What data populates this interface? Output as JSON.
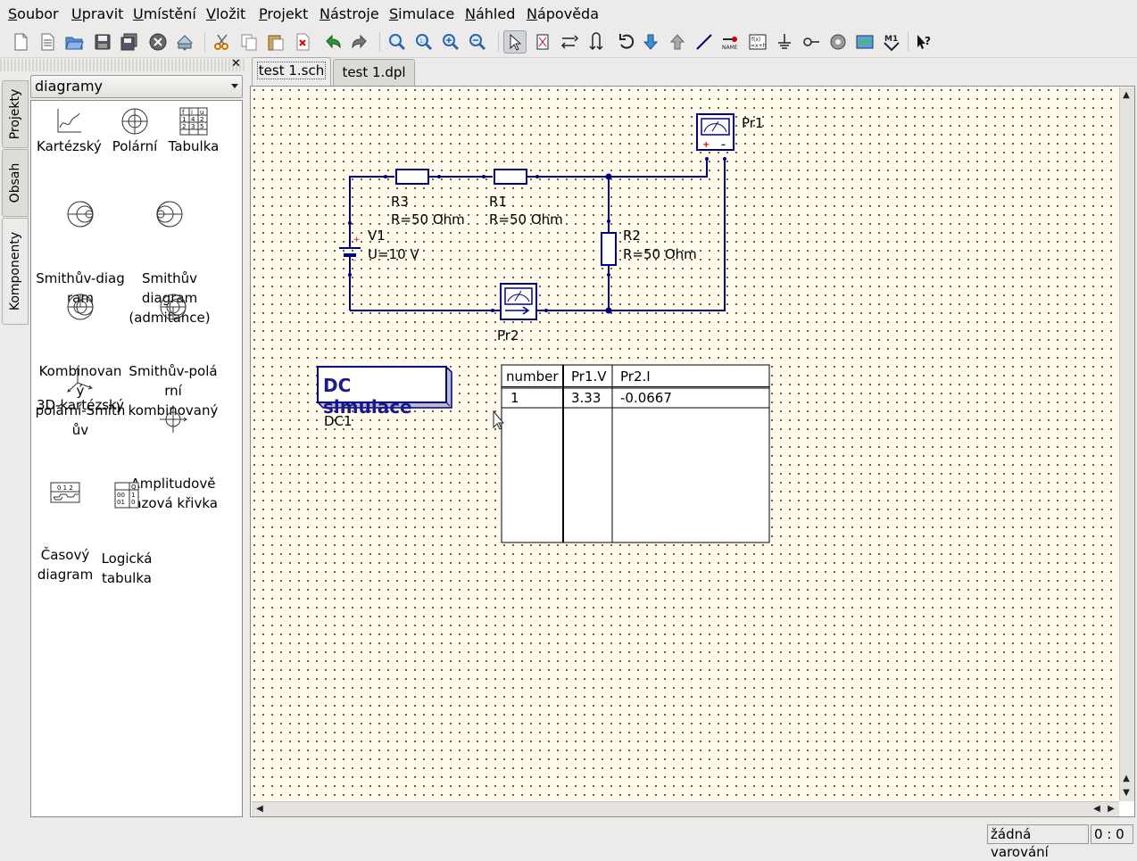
{
  "menu": [
    "Soubor",
    "Upravit",
    "Umístění",
    "Vložit",
    "Projekt",
    "Nástroje",
    "Simulace",
    "Náhled",
    "Nápověda"
  ],
  "dock": {
    "vtabs": [
      "Projekty",
      "Obsah",
      "Komponenty"
    ],
    "category": "diagramy",
    "components": [
      {
        "label": "Kartézský",
        "icon": "cartesian-icon"
      },
      {
        "label": "Polární",
        "icon": "polar-icon"
      },
      {
        "label": "Tabulka",
        "icon": "table-icon"
      },
      {
        "label": "Smithův-diag\nram",
        "icon": "smith-icon"
      },
      {
        "label": "Smithův\ndiagram\n(admitance)",
        "icon": "smith-admittance-icon"
      },
      {
        "label": "Kombinovan\ný\npolární-Smith\nův",
        "icon": "polar-smith-icon"
      },
      {
        "label": "Smithův-polá\nrní\nkombinovaný",
        "icon": "smith-polar-icon"
      },
      {
        "label": "3D-kartézský",
        "icon": "cartesian-3d-icon"
      },
      {
        "label": "Amplitudově\nfázová křivka",
        "icon": "locus-curve-icon"
      },
      {
        "label": "Časový\ndiagram",
        "icon": "timing-diagram-icon"
      },
      {
        "label": "Logická\ntabulka",
        "icon": "truth-table-icon"
      }
    ]
  },
  "tabs": [
    "test 1.sch",
    "test 1.dpl"
  ],
  "schematic": {
    "R3": {
      "name": "R3",
      "value": "R=50 Ohm"
    },
    "R1": {
      "name": "R1",
      "value": "R=50 Ohm"
    },
    "R2": {
      "name": "R2",
      "value": "R=50 Ohm"
    },
    "V1": {
      "name": "V1",
      "value": "U=10 V"
    },
    "Pr1": {
      "name": "Pr1"
    },
    "Pr2": {
      "name": "Pr2"
    },
    "dc": {
      "label": "DC simulace",
      "name": "DC1"
    },
    "table": {
      "headers": [
        "number",
        "Pr1.V",
        "Pr2.I"
      ],
      "rows": [
        [
          "1",
          "3.33",
          "-0.0667"
        ]
      ]
    }
  },
  "status": {
    "warnings": "žádná varování",
    "position": "0 : 0"
  },
  "colors": {
    "wire": "#00007f",
    "canvas": "#fffaea",
    "accent": "#1a1a8c"
  }
}
